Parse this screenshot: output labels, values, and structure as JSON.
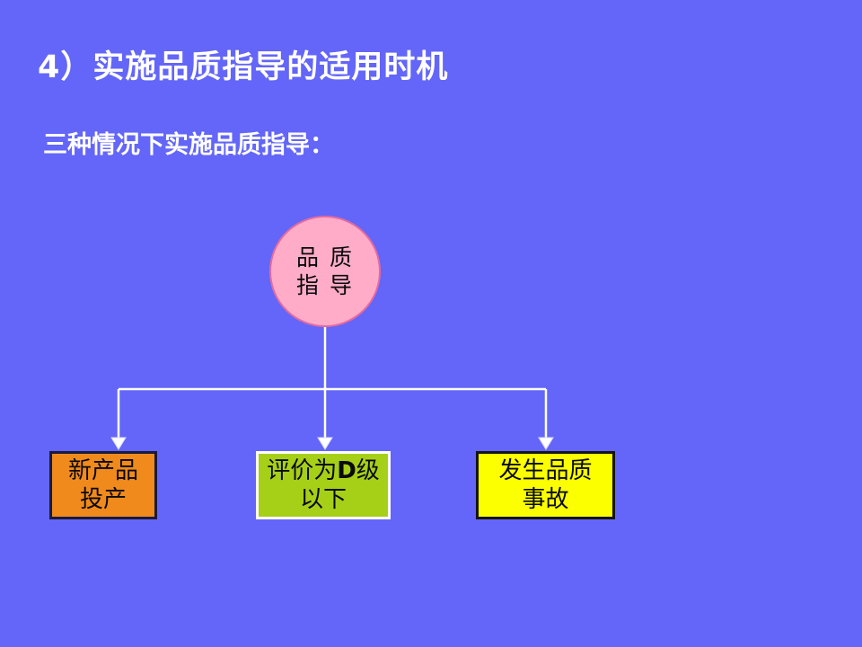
{
  "slide": {
    "background_color": "#6366F8",
    "title": {
      "number": "4",
      "paren": "）",
      "text": "实施品质指导的适用时机",
      "color": "#FFFFFF"
    },
    "subtitle": {
      "text": "三种情况下实施品质指导：",
      "color": "#FFFFFF"
    }
  },
  "diagram": {
    "type": "tree",
    "connector_color": "#FFFFFF",
    "root": {
      "name": "品质指导",
      "line1": "品 质",
      "line2": "指 导",
      "shape": "circle",
      "fill_color": "#FFACC8",
      "border_color": "#E36BA0",
      "text_color": "#0A0A0A"
    },
    "leaves": [
      {
        "id": "new-product",
        "line1": "新产品",
        "line2": "投产",
        "fill_color": "#F08A1C",
        "border_color": "#1A1A3C",
        "text_color": "#0A0A0A"
      },
      {
        "id": "grade-d",
        "line1_a": "评价为",
        "line1_b": "D",
        "line1_c": "级",
        "line2": "以下",
        "fill_color": "#A6D018",
        "border_color": "#FFFFFF",
        "text_color": "#0A0A0A"
      },
      {
        "id": "quality-incident",
        "line1": "发生品质",
        "line2": "事故",
        "fill_color": "#FBFF00",
        "border_color": "#141414",
        "text_color": "#0A0A0A"
      }
    ]
  }
}
